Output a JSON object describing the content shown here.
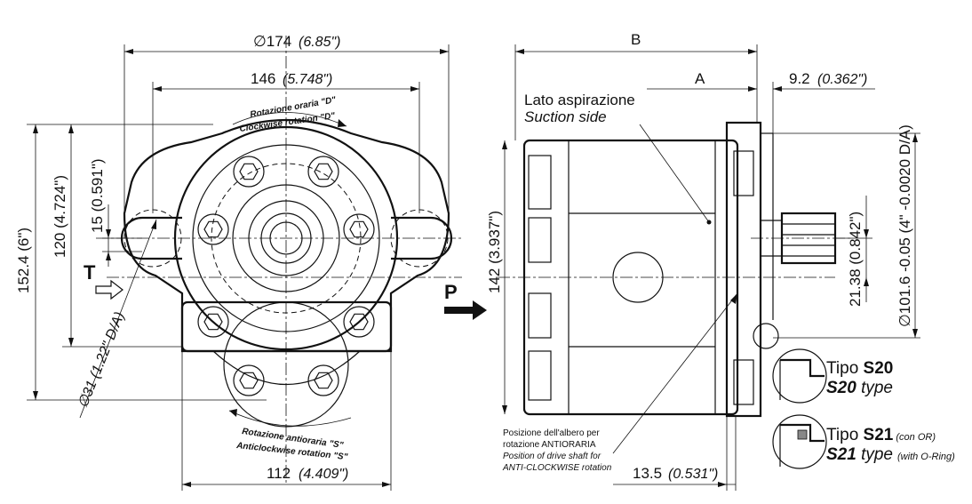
{
  "front_view": {
    "dim_overall_width": "∅174",
    "dim_overall_width_in": "(6.85\")",
    "dim_bolt_spacing": "146",
    "dim_bolt_spacing_in": "(5.748\")",
    "dim_body_width": "112",
    "dim_body_width_in": "(4.409\")",
    "dim_height": "152.4 (6\")",
    "dim_upper_height": "120 (4.724\")",
    "dim_offset": "15 (0.591\")",
    "dim_hole": "∅31 (1.22\" D/A)",
    "rot_cw_it": "Rotazione oraria \"D\"",
    "rot_cw_en": "Clockwise rotation \"D\"",
    "rot_ccw_it": "Rotazione antioraria \"S\"",
    "rot_ccw_en": "Anticlockwise rotation \"S\"",
    "port_t": "T",
    "port_p": "P"
  },
  "side_view": {
    "dim_b": "B",
    "dim_a": "A",
    "dim_flange": "9.2",
    "dim_flange_in": "(0.362\")",
    "dim_height": "142 (3.937\")",
    "dim_shaft": "21.38 (0.842\")",
    "dim_pilot": "∅101.6 -0.05 (4\" -0.0020 D/A)",
    "dim_bottom": "13.5",
    "dim_bottom_in": "(0.531\")",
    "suction_it": "Lato aspirazione",
    "suction_en": "Suction side",
    "note_it_1": "Posizione dell'albero per",
    "note_it_2": "rotazione ANTIORARIA",
    "note_en_1": "Position of drive shaft for",
    "note_en_2": "ANTI-CLOCKWISE rotation"
  },
  "types": {
    "s20_it_prefix": "Tipo ",
    "s20_code": "S20",
    "s20_en_suffix": " type",
    "s21_it_prefix": "Tipo ",
    "s21_code": "S21",
    "s21_it_note": "(con OR)",
    "s21_en_suffix": " type",
    "s21_en_note": "(with O-Ring)"
  }
}
